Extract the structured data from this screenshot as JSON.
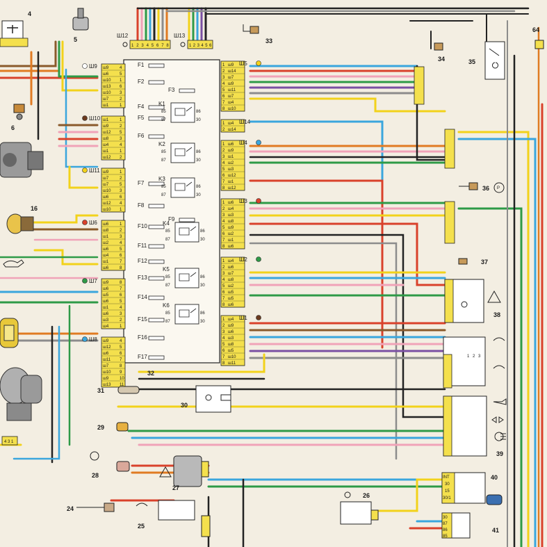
{
  "colors": {
    "background": "#f3eee2",
    "connector": "#f4e04d",
    "wire_black": "#222222",
    "wire_red": "#d9412b",
    "wire_blue": "#3aa6dd",
    "wire_green": "#2e9a47",
    "wire_yellow": "#f2d21b",
    "wire_orange": "#e07b22",
    "wire_pink": "#f0a3b8",
    "wire_brown": "#8a5a2b",
    "wire_grey": "#8c8c8c",
    "wire_violet": "#7a4fa3",
    "wire_white": "#ffffff"
  },
  "component_numbers": [
    "4",
    "5",
    "6",
    "16",
    "24",
    "25",
    "26",
    "27",
    "28",
    "29",
    "30",
    "31",
    "32",
    "33",
    "34",
    "35",
    "36",
    "37",
    "38",
    "39",
    "40",
    "41",
    "64"
  ],
  "fuses": [
    "F1",
    "F2",
    "F3",
    "F4",
    "F5",
    "F6",
    "F7",
    "F8",
    "F9",
    "F10",
    "F11",
    "F12",
    "F13",
    "F14",
    "F15",
    "F16",
    "F17"
  ],
  "relays": [
    "K1",
    "K2",
    "K3",
    "K4",
    "K5",
    "K6"
  ],
  "relay_pins": [
    "85",
    "86",
    "87",
    "30"
  ],
  "top_connectors": {
    "sh12_label": "Ш12",
    "sh12_pins": [
      "1",
      "2",
      "3",
      "4",
      "5",
      "6",
      "7",
      "8"
    ],
    "sh13_label": "Ш13",
    "sh13_pins": [
      "1",
      "2",
      "3",
      "4",
      "5",
      "6"
    ]
  },
  "left_connectors": [
    {
      "label": "Ш9",
      "dot": "#ffffff",
      "pins": [
        "ш9",
        "ш6",
        "ш10",
        "ш13",
        "ш10",
        "ш7",
        "ш1"
      ],
      "nums": [
        "4",
        "5",
        "1",
        "6",
        "3",
        "2",
        "1"
      ]
    },
    {
      "label": "Ш10",
      "dot": "#6b3a1e",
      "pins": [
        "ш1",
        "ш9",
        "ш12",
        "ш8",
        "ш4",
        "ш1",
        "ш12"
      ],
      "nums": [
        "1",
        "2",
        "5",
        "3",
        "4",
        "1",
        "2"
      ]
    },
    {
      "label": "Ш11",
      "dot": "#f2d21b",
      "pins": [
        "ш9",
        "ш7",
        "ш7",
        "ш10",
        "ш6",
        "ш12",
        "ш10"
      ],
      "nums": [
        "1",
        "2",
        "5",
        "3",
        "6",
        "4",
        "1"
      ]
    },
    {
      "label": "Ш6",
      "dot": "#d9412b",
      "pins": [
        "ш6",
        "ш8",
        "ш1",
        "ш2",
        "ш6",
        "ш4",
        "ш1",
        "ш6"
      ],
      "nums": [
        "1",
        "2",
        "3",
        "4",
        "5",
        "6",
        "7",
        "8"
      ]
    },
    {
      "label": "Ш7",
      "dot": "#2e9a47",
      "pins": [
        "ш9",
        "ш6",
        "ш5",
        "ш6",
        "ш1",
        "ш6",
        "ш3",
        "ш4"
      ],
      "nums": [
        "8",
        "7",
        "6",
        "5",
        "4",
        "3",
        "2",
        "1"
      ]
    },
    {
      "label": "Ш8",
      "dot": "#3aa6dd",
      "pins": [
        "ш9",
        "ш12",
        "ш6",
        "ш11",
        "ш7",
        "ш10",
        "ш9",
        "ш13"
      ],
      "nums": [
        "4",
        "5",
        "6",
        "7",
        "8",
        "9",
        "10",
        "11"
      ]
    }
  ],
  "right_connectors": [
    {
      "label": "Ш5",
      "dot": "#f2d21b",
      "pins": [
        "ш9",
        "ш14",
        "ш7",
        "ш9",
        "ш11",
        "ш7",
        "ш4",
        "ш10"
      ],
      "nums": [
        "1",
        "2",
        "3",
        "4",
        "5",
        "6",
        "7",
        "8"
      ]
    },
    {
      "label": "Ш14",
      "dot": "none",
      "pins": [
        "ш4",
        "ш14"
      ],
      "nums": [
        "1",
        "2"
      ]
    },
    {
      "label": "Ш4",
      "dot": "#3aa6dd",
      "pins": [
        "ш6",
        "ш9",
        "ш1",
        "ш2",
        "ш3",
        "ш12",
        "ш1",
        "ш12"
      ],
      "nums": [
        "1",
        "2",
        "3",
        "4",
        "5",
        "6",
        "7",
        "8"
      ]
    },
    {
      "label": "Ш3",
      "dot": "#d9412b",
      "pins": [
        "ш6",
        "ш4",
        "ш3",
        "ш8",
        "ш9",
        "ш2",
        "ш1",
        "ш6"
      ],
      "nums": [
        "1",
        "2",
        "3",
        "4",
        "5",
        "6",
        "7",
        "8"
      ]
    },
    {
      "label": "Ш2",
      "dot": "#2e9a47",
      "pins": [
        "ш4",
        "ш6",
        "ш7",
        "ш8",
        "ш2",
        "ш5",
        "ш5",
        "ш6"
      ],
      "nums": [
        "1",
        "2",
        "3",
        "4",
        "5",
        "6",
        "7",
        "8"
      ]
    },
    {
      "label": "Ш1",
      "dot": "#6b3a1e",
      "pins": [
        "ш4",
        "ш9",
        "ш6",
        "ш3",
        "ш8",
        "ш5",
        "ш10",
        "ш11"
      ],
      "nums": [
        "1",
        "2",
        "3",
        "4",
        "5",
        "6",
        "7",
        "8"
      ]
    }
  ],
  "switch_positions": [
    "1",
    "2",
    "3"
  ],
  "ignition_pins": [
    "INT",
    "30",
    "15",
    "30/1"
  ],
  "relay41_pins": [
    "30",
    "87",
    "86",
    "85"
  ]
}
